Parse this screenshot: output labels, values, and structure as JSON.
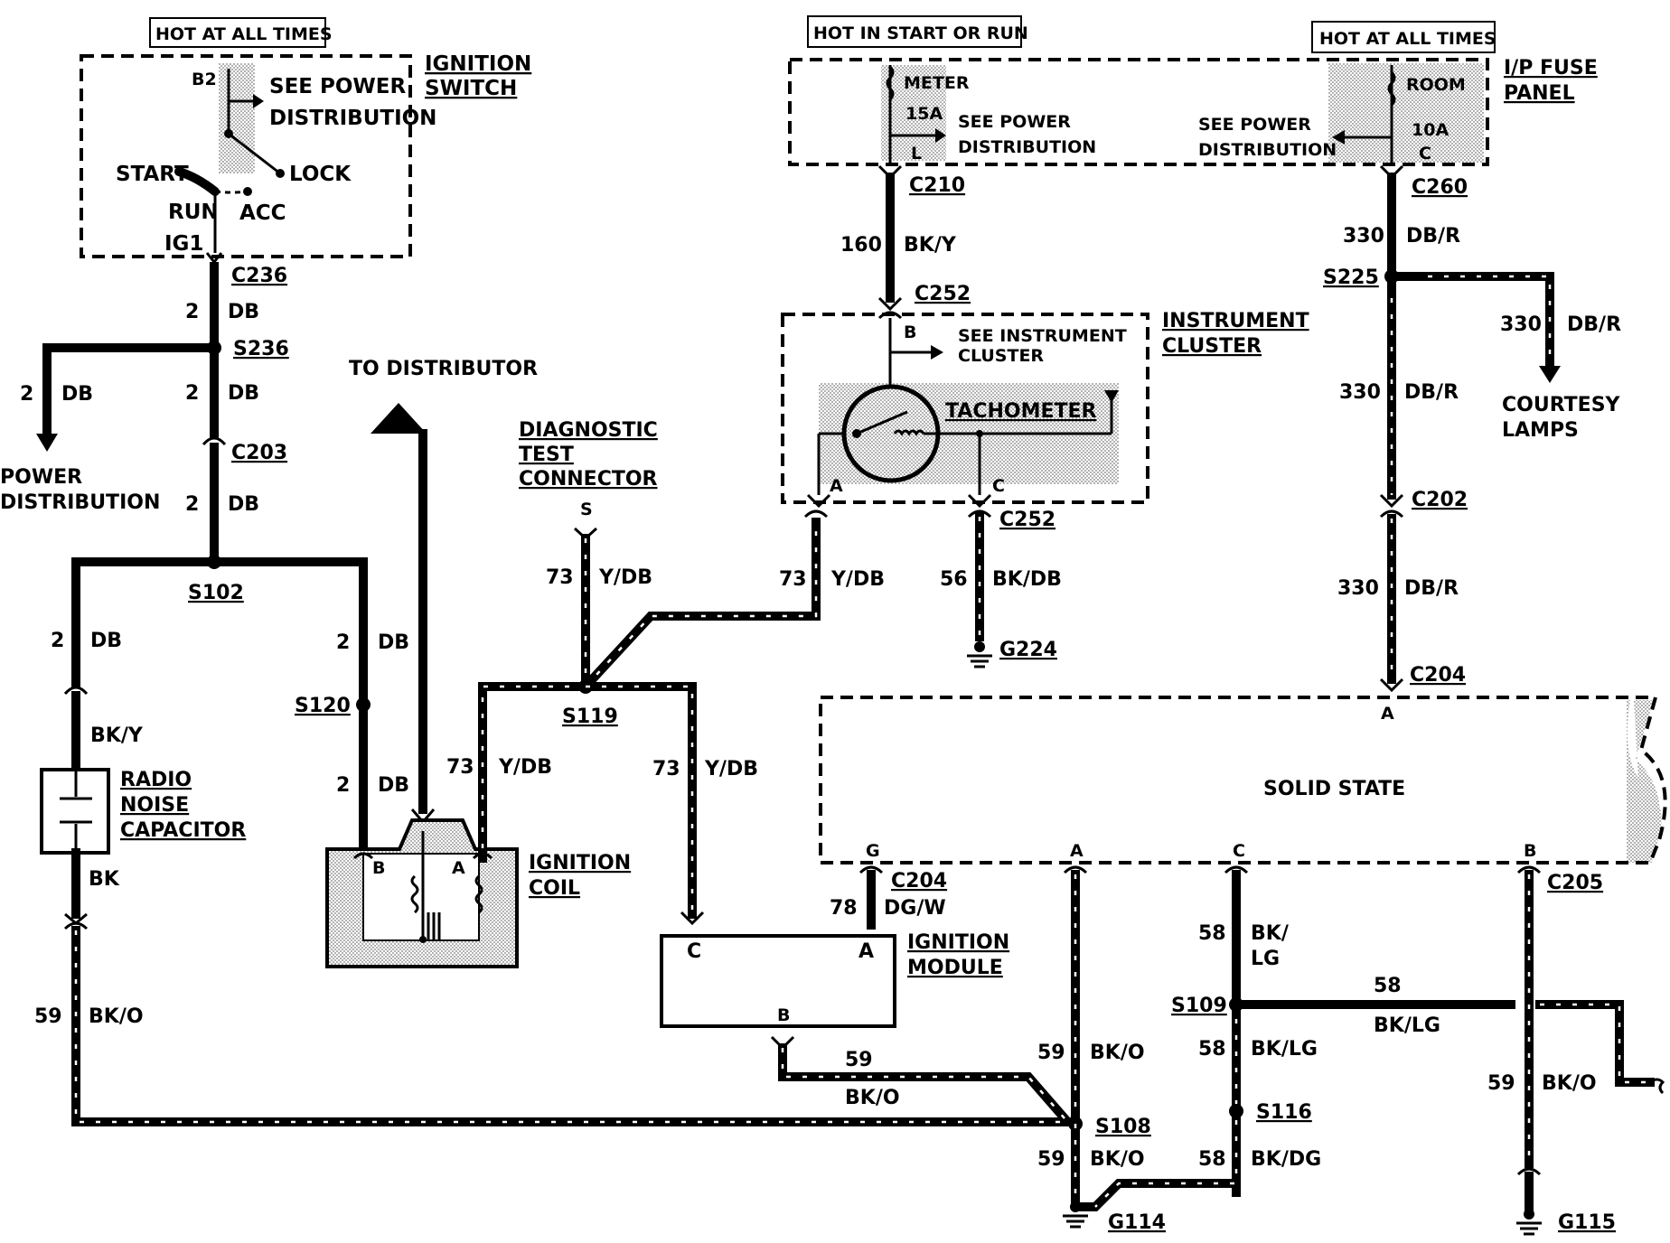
{
  "hot_labels": {
    "ignition_hot": "HOT AT ALL TIMES",
    "start_run": "HOT IN START OR RUN",
    "fuse_hot": "HOT AT ALL TIMES"
  },
  "components": {
    "ignition_switch": [
      "IGNITION",
      "SWITCH"
    ],
    "ip_fuse_panel": [
      "I/P FUSE",
      "PANEL"
    ],
    "instrument_cluster": [
      "INSTRUMENT",
      "CLUSTER"
    ],
    "tachometer": "TACHOMETER",
    "see_instrument_cluster": [
      "SEE INSTRUMENT",
      "CLUSTER"
    ],
    "diagnostic_test_connector": [
      "DIAGNOSTIC",
      "TEST",
      "CONNECTOR"
    ],
    "to_distributor": "TO DISTRIBUTOR",
    "power_distribution": [
      "POWER",
      "DISTRIBUTION"
    ],
    "radio_noise_capacitor": [
      "RADIO",
      "NOISE",
      "CAPACITOR"
    ],
    "ignition_coil": [
      "IGNITION",
      "COIL"
    ],
    "ignition_module": [
      "IGNITION",
      "MODULE"
    ],
    "courtesy_lamps": [
      "COURTESY",
      "LAMPS"
    ],
    "solid_state": "SOLID STATE"
  },
  "switch_labels": {
    "b2": "B2",
    "see_power": [
      "SEE POWER",
      "DISTRIBUTION"
    ],
    "start": "START",
    "lock": "LOCK",
    "run": "RUN",
    "acc": "ACC",
    "ig1": "IG1"
  },
  "fuse_labels": {
    "meter": "METER",
    "meter_amp": "15A",
    "meter_pin": "L",
    "see_power_left": [
      "SEE POWER",
      "DISTRIBUTION"
    ],
    "see_power_right": [
      "SEE POWER",
      "DISTRIBUTION"
    ],
    "room": "ROOM",
    "room_amp": "10A",
    "room_pin": "C"
  },
  "connectors": {
    "c236": "C236",
    "s236": "S236",
    "c203": "C203",
    "s102": "S102",
    "s120": "S120",
    "c210": "C210",
    "c252_top": "C252",
    "c252_bottom": "C252",
    "g224": "G224",
    "s119": "S119",
    "c260": "C260",
    "s225": "S225",
    "c202": "C202",
    "c204_top": "C204",
    "c204_left": "C204",
    "c205": "C205",
    "s109": "S109",
    "s108": "S108",
    "s116": "S116",
    "g114": "G114",
    "g115": "G115"
  },
  "pins": {
    "cluster_b": "B",
    "cluster_a": "A",
    "cluster_c": "C",
    "diag_s": "S",
    "coil_b": "B",
    "coil_a": "A",
    "module_c": "C",
    "module_a": "A",
    "module_b": "B",
    "ss_a_top": "A",
    "ss_g": "G",
    "ss_a": "A",
    "ss_c": "C",
    "ss_b": "B"
  },
  "wires": [
    {
      "circuit": "2",
      "color": "DB"
    },
    {
      "circuit": "2",
      "color": "DB"
    },
    {
      "circuit": "2",
      "color": "DB"
    },
    {
      "circuit": "2",
      "color": "DB"
    },
    {
      "circuit": "2",
      "color": "DB"
    },
    {
      "circuit": "2",
      "color": "DB"
    },
    {
      "circuit": "2",
      "color": "DB"
    },
    {
      "circuit": "",
      "color": "BK/Y"
    },
    {
      "circuit": "",
      "color": "BK"
    },
    {
      "circuit": "59",
      "color": "BK/O"
    },
    {
      "circuit": "160",
      "color": "BK/Y"
    },
    {
      "circuit": "73",
      "color": "Y/DB"
    },
    {
      "circuit": "73",
      "color": "Y/DB"
    },
    {
      "circuit": "73",
      "color": "Y/DB"
    },
    {
      "circuit": "73",
      "color": "Y/DB"
    },
    {
      "circuit": "56",
      "color": "BK/DB"
    },
    {
      "circuit": "330",
      "color": "DB/R"
    },
    {
      "circuit": "330",
      "color": "DB/R"
    },
    {
      "circuit": "330",
      "color": "DB/R"
    },
    {
      "circuit": "330",
      "color": "DB/R"
    },
    {
      "circuit": "78",
      "color": "DG/W"
    },
    {
      "circuit": "59",
      "color": "BK/O"
    },
    {
      "circuit": "59",
      "color": "BK/O"
    },
    {
      "circuit": "59",
      "color": "BK/O"
    },
    {
      "circuit": "59",
      "color": "BK/O"
    },
    {
      "circuit": "58",
      "color": "BK/"
    },
    {
      "circuit": "",
      "color": "LG"
    },
    {
      "circuit": "58",
      "color": "BK/LG"
    },
    {
      "circuit": "58",
      "color": "BK/LG"
    },
    {
      "circuit": "58",
      "color": "BK/DG"
    }
  ]
}
